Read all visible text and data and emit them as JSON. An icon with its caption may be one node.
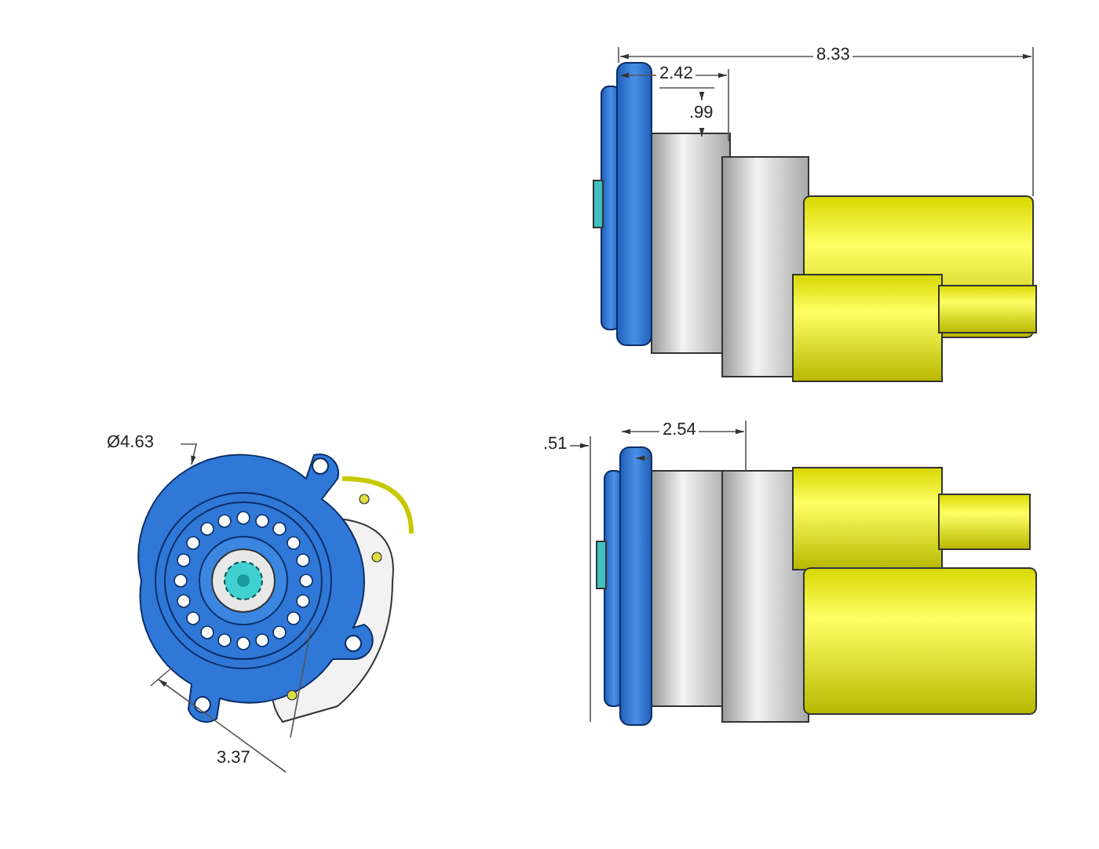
{
  "diagram": {
    "labels": [
      "8.33",
      "2.42",
      ".99",
      "2.54",
      "Ø4.63",
      ".51",
      "3.37"
    ]
  }
}
